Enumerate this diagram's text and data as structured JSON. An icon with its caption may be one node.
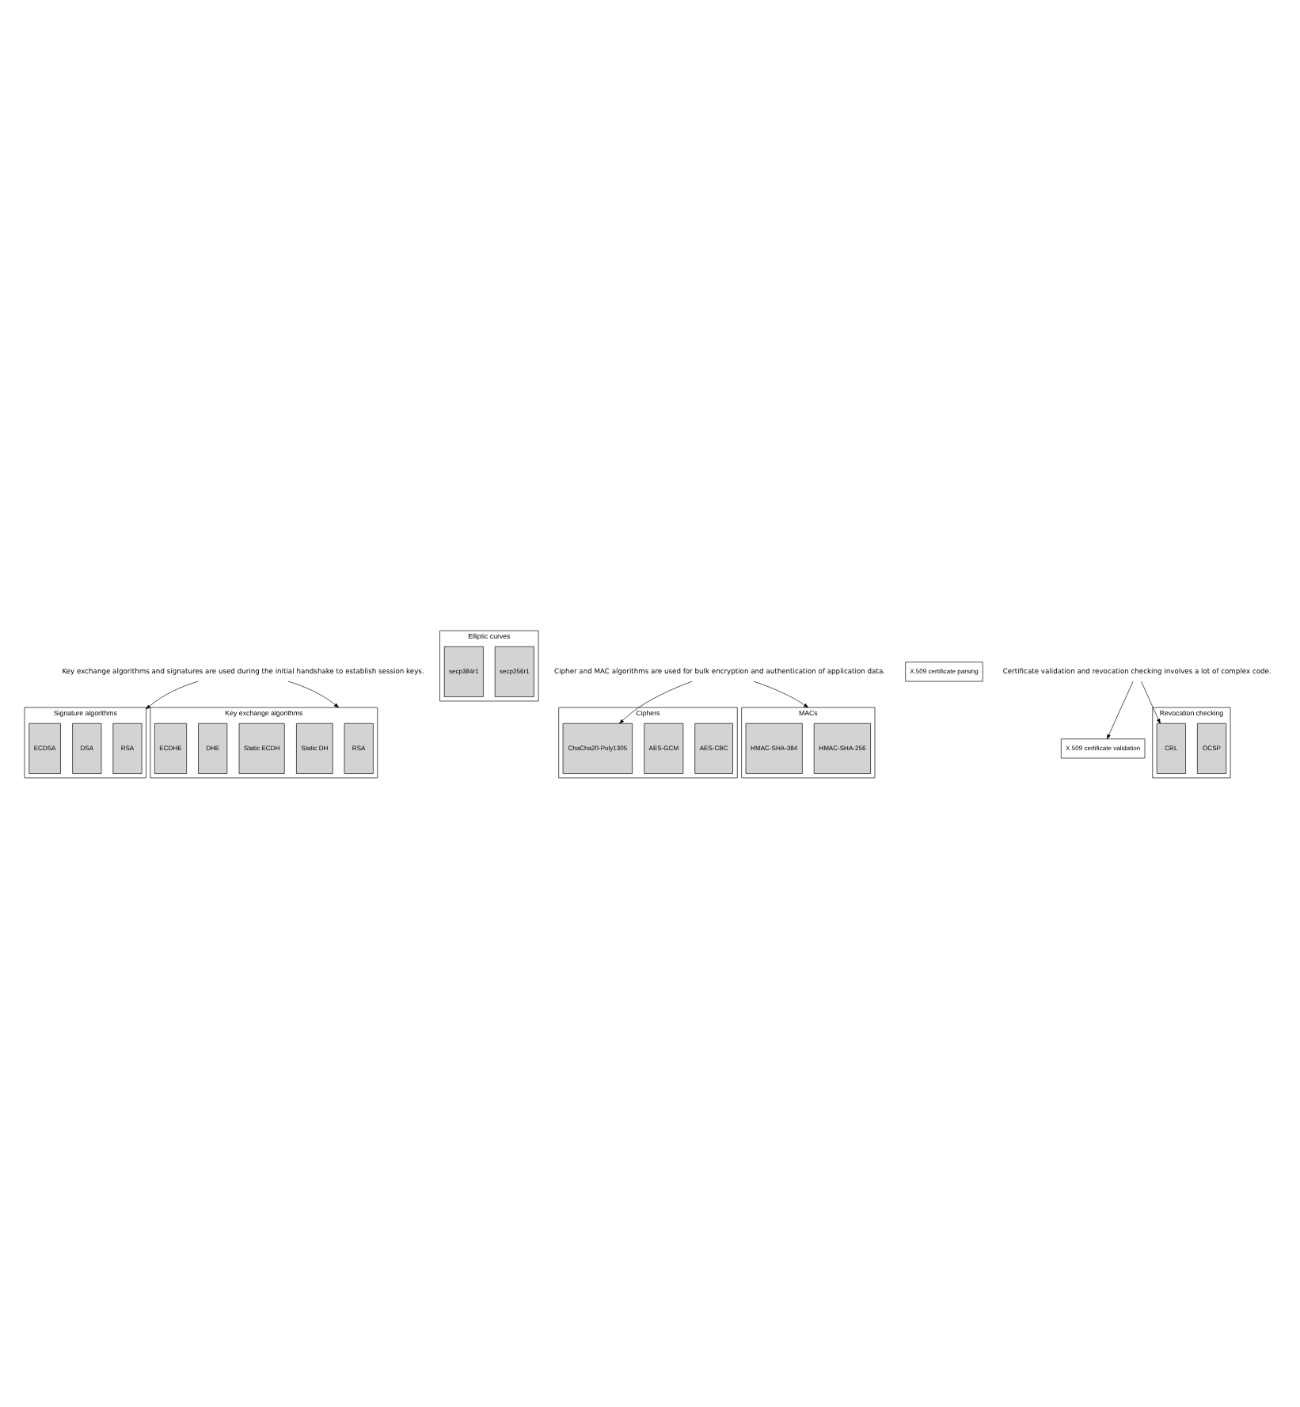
{
  "diagram": {
    "nodes": [
      {
        "text": [
          "Key exchange algorithms and signatures are used during the initial handshake to establish session keys."
        ]
      },
      {
        "text": [
          "Signature algorithms"
        ]
      },
      {
        "text": [
          "RSA"
        ],
        "in": 1
      },
      {
        "text": [
          "DSA"
        ],
        "in": 1
      },
      {
        "text": [
          "ECDSA"
        ],
        "in": 1
      },
      {
        "text": [
          "Key exchange algorithms"
        ]
      },
      {
        "text": [
          "RSA"
        ],
        "in": 5
      },
      {
        "text": [
          "Static DH"
        ],
        "in": 5
      },
      {
        "text": [
          "Static ECDH"
        ],
        "in": 5
      },
      {
        "text": [
          "DHE"
        ],
        "in": 5
      },
      {
        "text": [
          "ECDHE"
        ],
        "in": 5
      },
      {
        "text": [
          "Elliptic curves"
        ]
      },
      {
        "text": [
          "secp256r1"
        ],
        "in": 11
      },
      {
        "text": [
          "secp384r1"
        ],
        "in": 11
      },
      {
        "text": [
          "Ciphers"
        ]
      },
      {
        "text": [
          "AES-CBC"
        ],
        "in": 14
      },
      {
        "text": [
          "AES-GCM"
        ],
        "in": 14
      },
      {
        "text": [
          "ChaCha20-Poly1305"
        ],
        "in": 14
      },
      {
        "text": [
          "MACs"
        ]
      },
      {
        "text": [
          "HMAC-SHA-256"
        ],
        "in": 18
      },
      {
        "text": [
          "HMAC-SHA-384"
        ],
        "in": 18
      },
      {
        "text": [
          "X.509 certificate parsing"
        ]
      },
      {
        "text": [
          "X.509 certificate validation"
        ]
      },
      {
        "text": [
          "Revocation checking"
        ]
      },
      {
        "text": [
          "OCSP"
        ],
        "in": 23
      },
      {
        "text": [
          "CRL"
        ],
        "in": 23
      },
      {
        "text": [
          "Cipher and MAC algorithms are used for bulk encryption and authentication of application data."
        ]
      },
      {
        "text": [
          "Certificate validation and revocation checking involves a lot of complex code."
        ]
      }
    ],
    "edges": [
      {
        "from": 0,
        "to": 1,
        "arrow": "to"
      },
      {
        "from": 0,
        "to": 5,
        "arrow": "to"
      },
      {
        "from": 26,
        "to": 17,
        "arrow": "to"
      },
      {
        "from": 26,
        "to": 18,
        "arrow": "to"
      },
      {
        "from": 27,
        "to": 22,
        "arrow": "to"
      },
      {
        "from": 27,
        "to": 25,
        "arrow": "to"
      }
    ]
  }
}
